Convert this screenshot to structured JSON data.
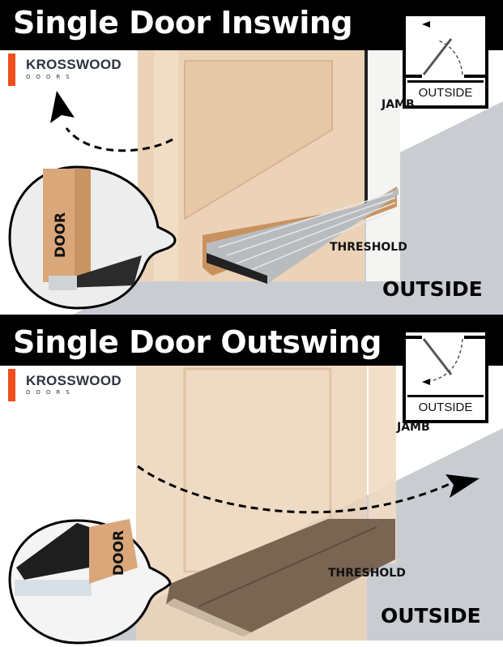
{
  "panels": [
    {
      "title": "Single Door Inswing",
      "logo": {
        "name": "KROSSWOOD",
        "sub": "DOORS"
      },
      "swing_icon_label": "OUTSIDE",
      "inset_label": "DOOR",
      "jamb_label": "JAMB",
      "threshold_label": "THRESHOLD",
      "outside_label": "OUTSIDE"
    },
    {
      "title": "Single Door Outswing",
      "logo": {
        "name": "KROSSWOOD",
        "sub": "DOORS"
      },
      "swing_icon_label": "OUTSIDE",
      "inset_label": "DOOR",
      "jamb_label": "JAMB",
      "threshold_label": "THRESHOLD",
      "outside_label": "OUTSIDE"
    }
  ],
  "colors": {
    "banner": "#000000",
    "floor": "#c9cdd1",
    "door": "#ecd3b8",
    "brand": "#f04e1c",
    "threshold_in": "#b9bcbf",
    "threshold_out": "#7a6552"
  }
}
